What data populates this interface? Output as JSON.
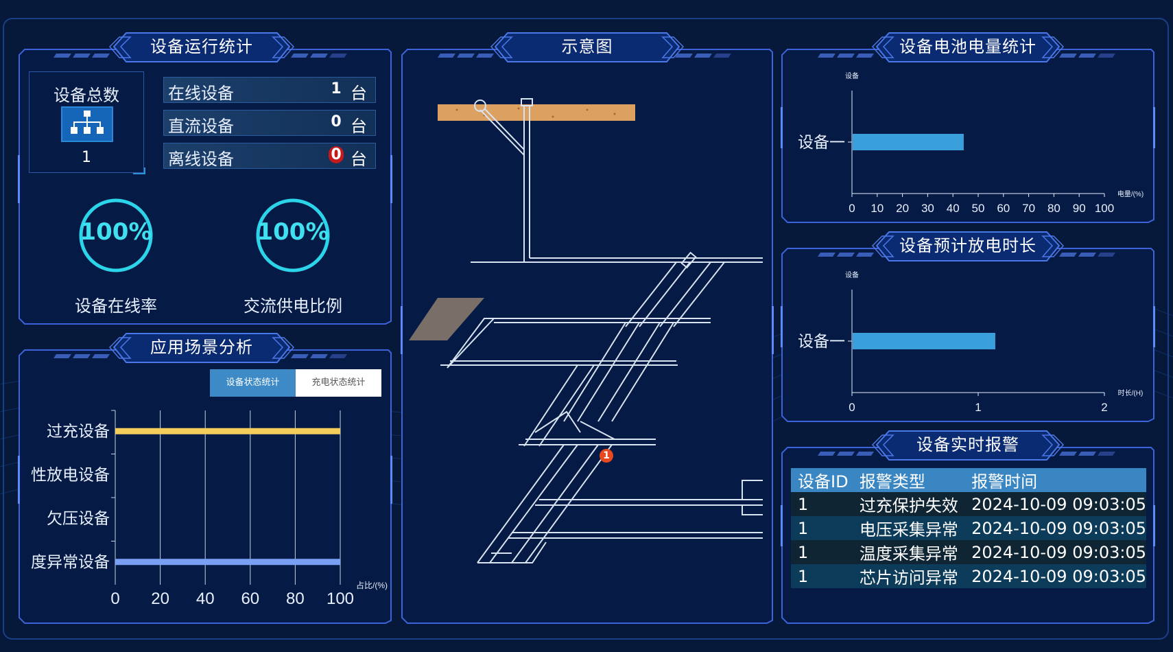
{
  "panels": {
    "device_stats": {
      "title": "设备运行统计",
      "total_label": "设备总数",
      "total_value": "1",
      "rows": [
        {
          "label": "在线设备",
          "value": "1",
          "unit": "台",
          "value_color": "#ffffff"
        },
        {
          "label": "直流设备",
          "value": "0",
          "unit": "台",
          "value_color": "#ffffff"
        },
        {
          "label": "离线设备",
          "value": "0",
          "unit": "台",
          "value_color": "#ffffff",
          "badge_color": "#c41a1a"
        }
      ],
      "rings": [
        {
          "value_text": "100%",
          "label": "设备在线率",
          "fraction": 1.0
        },
        {
          "value_text": "100%",
          "label": "交流供电比例",
          "fraction": 1.0
        }
      ]
    },
    "scenario": {
      "title": "应用场景分析",
      "tabs": [
        {
          "label": "设备状态统计",
          "active": true
        },
        {
          "label": "充电状态统计",
          "active": false
        }
      ]
    },
    "diagram": {
      "title": "示意图",
      "marker_text": "1"
    },
    "battery": {
      "title": "设备电池电量统计"
    },
    "discharge": {
      "title": "设备预计放电时长"
    },
    "alarm": {
      "title": "设备实时报警",
      "columns": [
        "设备ID",
        "报警类型",
        "报警时间"
      ],
      "rows": [
        [
          "1",
          "过充保护失效",
          "2024-10-09 09:03:05"
        ],
        [
          "1",
          "电压采集异常",
          "2024-10-09 09:03:05"
        ],
        [
          "1",
          "温度采集异常",
          "2024-10-09 09:03:05"
        ],
        [
          "1",
          "芯片访问异常",
          "2024-10-09 09:03:05"
        ]
      ]
    }
  },
  "colors": {
    "background": "#07193a",
    "panel_border": "#3c64d8",
    "bar_blue": "#3aa0dc",
    "bar_yellow": "#f5cd5a",
    "bar_lavender": "#7aa0f5",
    "ring": "#2bd4e8",
    "alarm_header": "#3a86c2"
  },
  "chart_data": [
    {
      "type": "bar",
      "orientation": "horizontal",
      "categories": [
        "过充设备",
        "性放电设备",
        "欠压设备",
        "度异常设备"
      ],
      "values": [
        100,
        0,
        0,
        100
      ],
      "bar_colors": [
        "#f5cd5a",
        "#7aa0f5",
        "#7aa0f5",
        "#7aa0f5"
      ],
      "xticks": [
        "0",
        "20",
        "40",
        "60",
        "80",
        "100"
      ],
      "xlim": [
        0,
        100
      ],
      "xlabel": "占比/(%)",
      "ylabel": "",
      "grid": true
    },
    {
      "type": "bar",
      "orientation": "horizontal",
      "categories": [
        "设备一"
      ],
      "values": [
        44
      ],
      "xticks": [
        "0",
        "10",
        "20",
        "30",
        "40",
        "50",
        "60",
        "70",
        "80",
        "90",
        "100"
      ],
      "xlim": [
        0,
        100
      ],
      "xlabel": "电量/(%)",
      "ylabel": "设备",
      "grid": false
    },
    {
      "type": "bar",
      "orientation": "horizontal",
      "categories": [
        "设备一"
      ],
      "values": [
        1.13
      ],
      "xticks": [
        "0",
        "1",
        "2"
      ],
      "xlim": [
        0,
        2
      ],
      "xlabel": "时长/(H)",
      "ylabel": "设备",
      "grid": false
    }
  ]
}
